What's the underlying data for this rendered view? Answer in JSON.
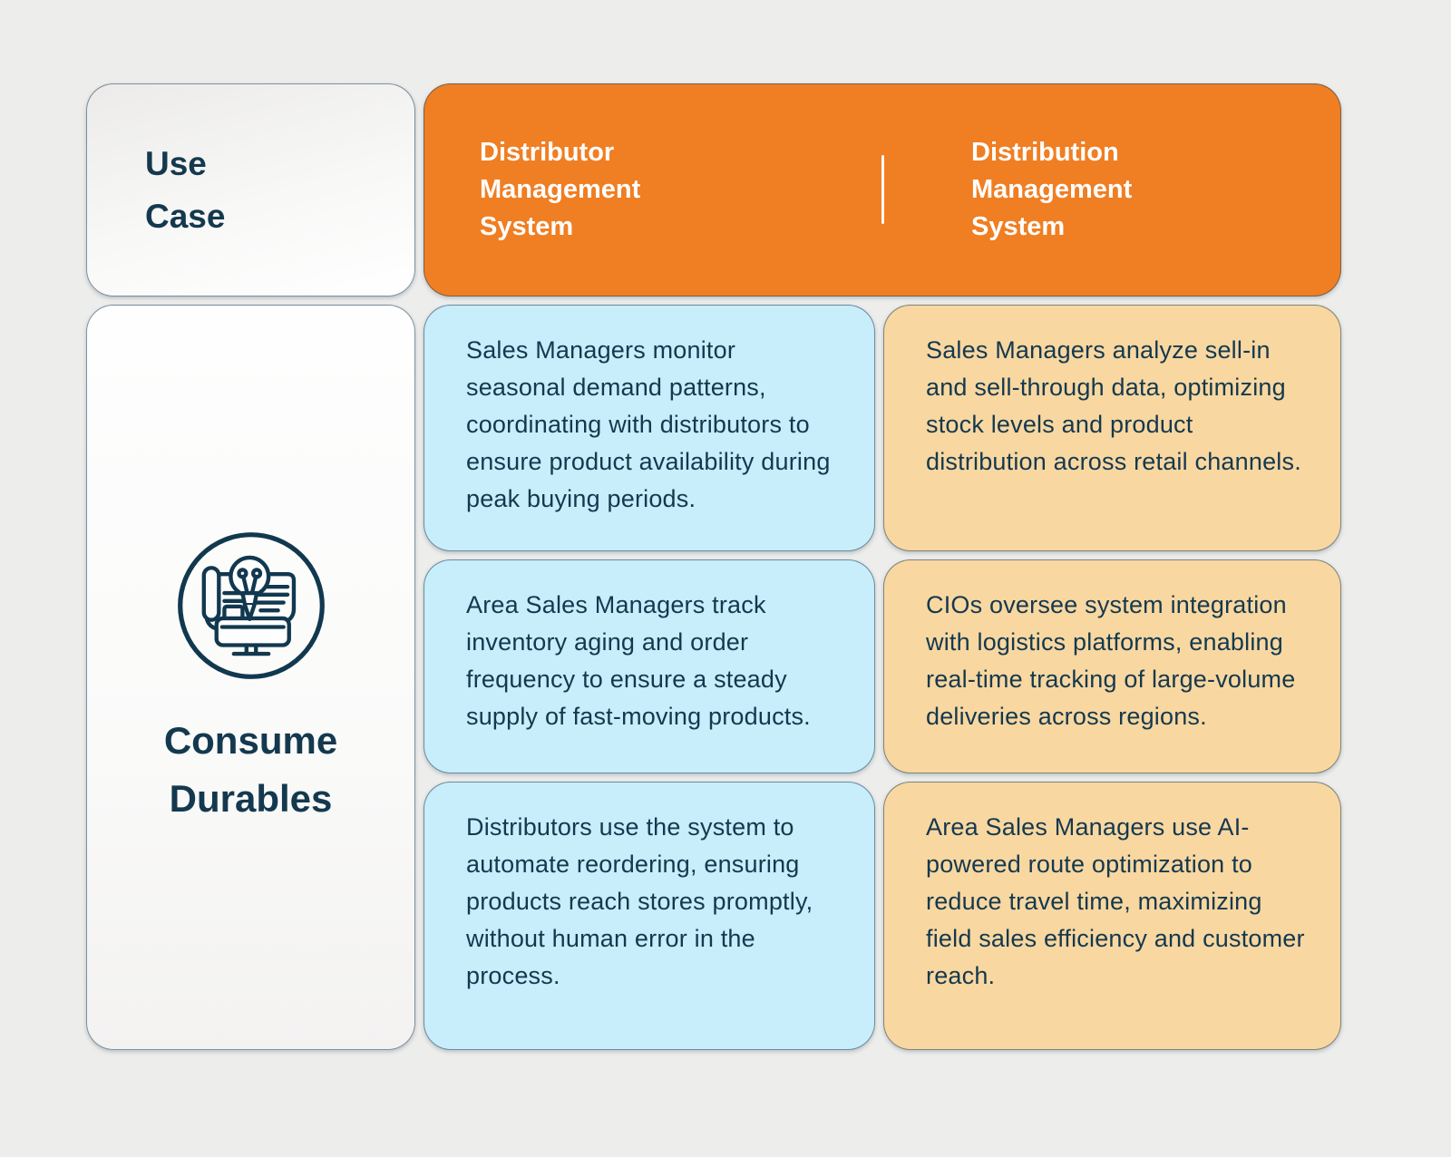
{
  "colors": {
    "background": "#EDEDEC",
    "header_orange": "#F07E22",
    "distributor_cell_blue": "#C8EDFB",
    "distribution_cell_peach": "#F9D7A1",
    "text_dark_teal": "#14394E",
    "header_text": "#FFFFFF"
  },
  "header": {
    "corner_label": "Use Case",
    "columns": [
      {
        "label": "Distributor Management System"
      },
      {
        "label": "Distribution Management System"
      }
    ]
  },
  "row_group": {
    "label": "Consume Durables",
    "icon": "blueprint-bulb-monitor-icon"
  },
  "rows": [
    {
      "distributor_dms": "Sales Managers monitor seasonal demand patterns, coordinating with distributors to ensure product availability during peak buying periods.",
      "distribution_dms": "Sales Managers analyze sell-in and sell-through data, optimizing stock levels and product distribution across retail channels."
    },
    {
      "distributor_dms": "Area Sales Managers track inventory aging and order frequency to ensure a steady supply of fast-moving products.",
      "distribution_dms": "CIOs oversee system integration with logistics platforms, enabling real-time tracking of large-volume deliveries across regions."
    },
    {
      "distributor_dms": "Distributors use the system to automate reordering, ensuring products reach stores promptly, without human error in the process.",
      "distribution_dms": "Area Sales Managers use AI-powered route optimization to reduce travel time, maximizing field sales efficiency and customer reach."
    }
  ]
}
